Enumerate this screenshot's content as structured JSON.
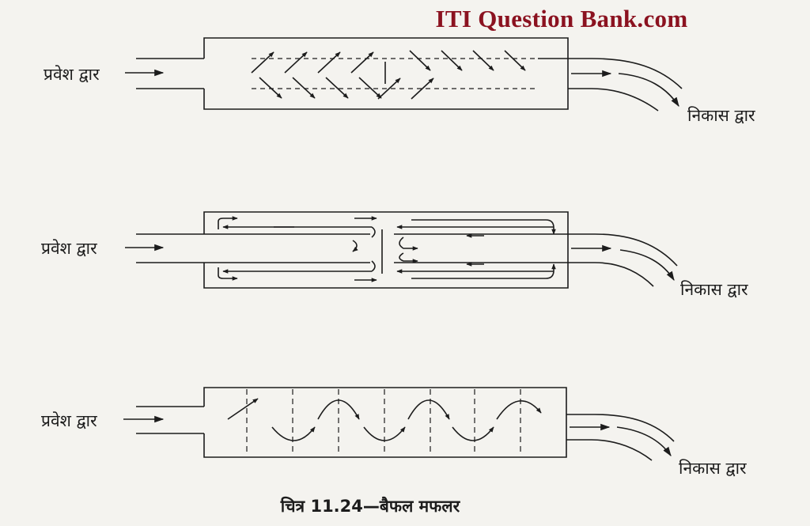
{
  "watermark": "ITI Question Bank.com",
  "colors": {
    "watermark": "#8b1220",
    "ink": "#1c1c1c",
    "background": "#f4f3ef"
  },
  "labels": {
    "inlet": "प्रवेश द्वार",
    "outlet": "निकास द्वार"
  },
  "caption": "चित्र 11.24—बैफल मफलर",
  "mufflers": [
    {
      "id": "mesh-baffle",
      "inlet_label": "प्रवेश द्वार",
      "outlet_label": "निकास द्वार"
    },
    {
      "id": "reverse-flow-baffle",
      "inlet_label": "प्रवेश द्वार",
      "outlet_label": "निकास द्वार"
    },
    {
      "id": "chamber-baffle",
      "inlet_label": "प्रवेश द्वार",
      "outlet_label": "निकास द्वार"
    }
  ]
}
